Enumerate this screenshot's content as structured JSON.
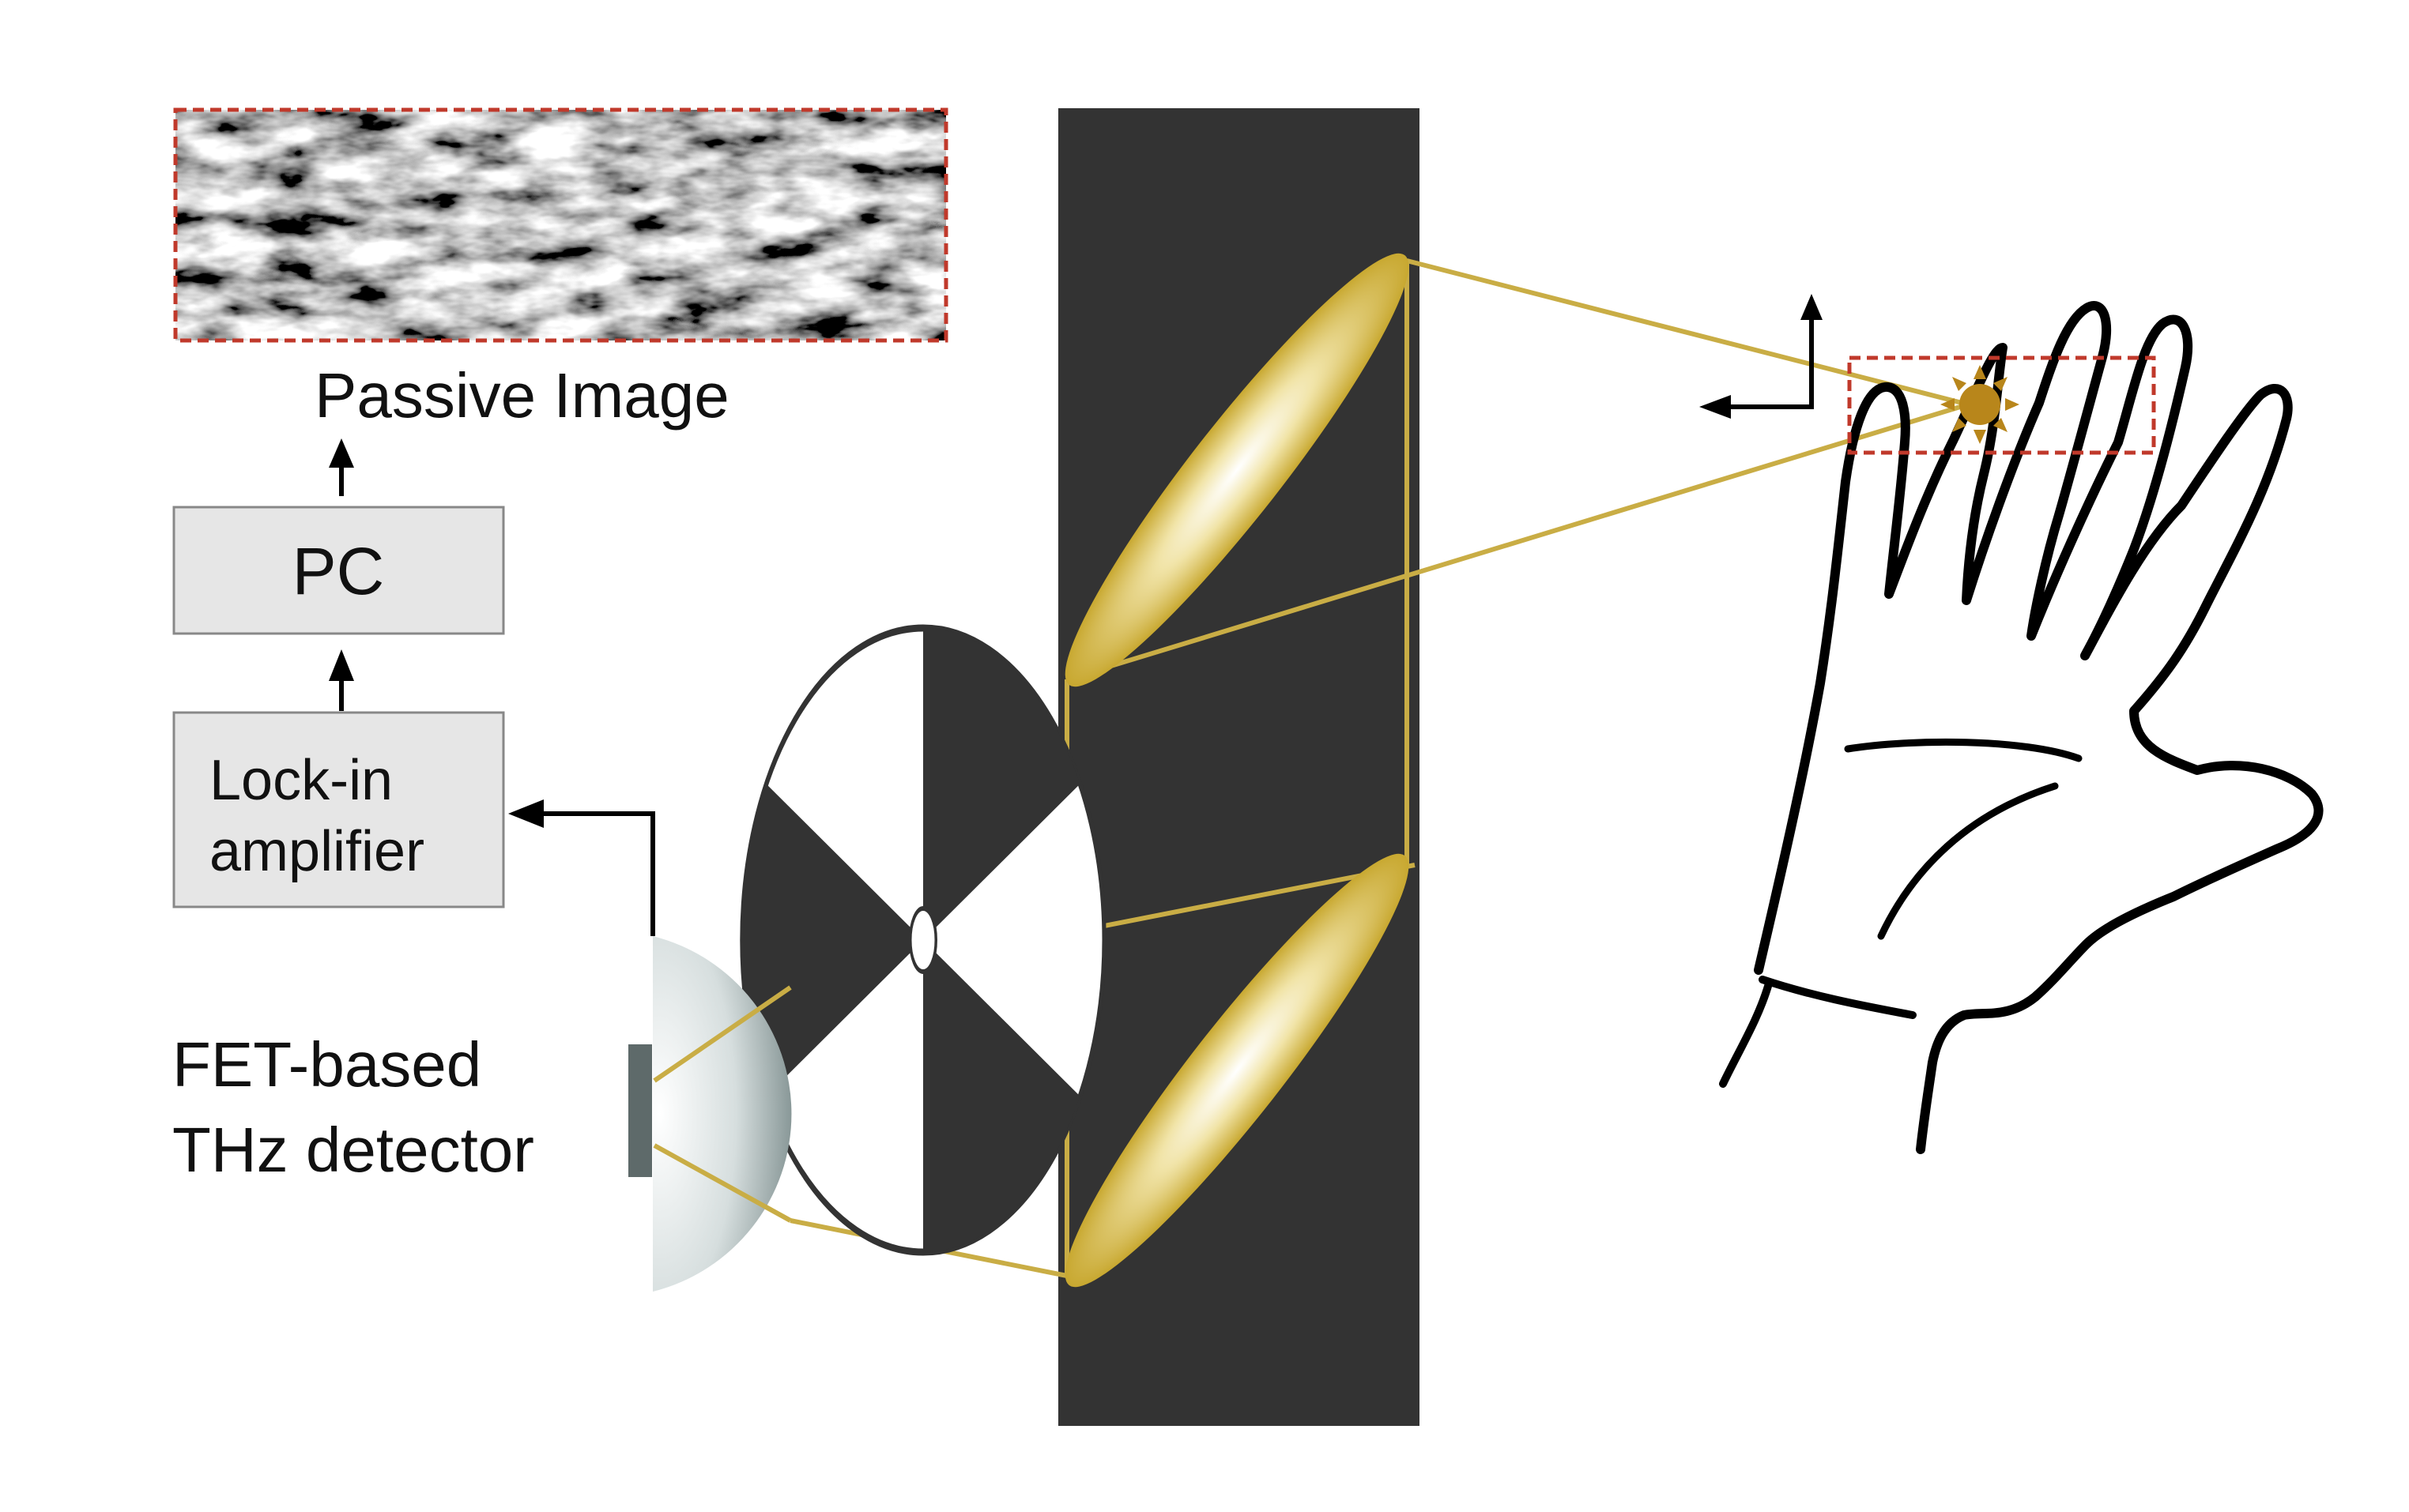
{
  "labels": {
    "passive_image": "Passive Image",
    "pc": "PC",
    "lockin_line1": "Lock-in",
    "lockin_line2": "amplifier",
    "detector_line1": "FET-based",
    "detector_line2": "THz detector"
  },
  "colors": {
    "beam": "#c9ad45",
    "mirror": "#c8a830",
    "focus_box": "#c0392b",
    "block_fill": "#e6e6e6",
    "backdrop": "#333333",
    "source_point": "#b8861b",
    "lens": "#a9b6b6"
  },
  "icons": {
    "chopper": "chopper-wheel-icon",
    "hand": "hand-icon",
    "source": "sun-icon"
  }
}
